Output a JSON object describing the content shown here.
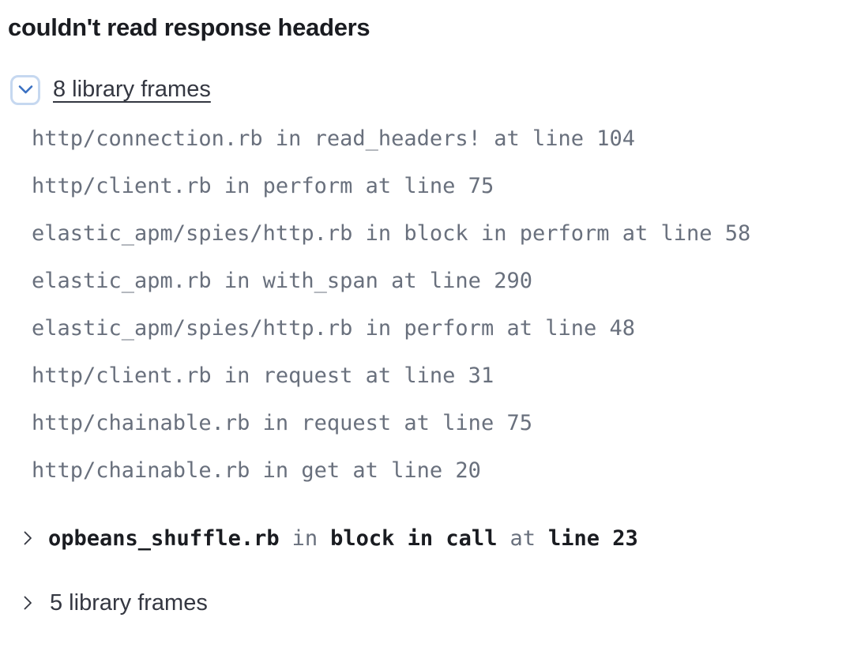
{
  "error": {
    "title": "couldn't read response headers"
  },
  "colors": {
    "background": "#ffffff",
    "title_text": "#1a1c21",
    "library_frame_text": "#69707d",
    "app_frame_text": "#1a1c21",
    "app_frame_keyword_text": "#69707d",
    "accordion_label_text": "#343741",
    "accordion_button_border": "#c6d8f0",
    "accordion_chevron_blue": "#3a70c2",
    "chevron_dark": "#343741"
  },
  "icons": {
    "expanded_toggle": "chevron-down-icon",
    "collapsed_toggle": "chevron-right-icon"
  },
  "top_accordion": {
    "label": "8 library frames",
    "expanded": true,
    "frames": [
      {
        "text": "http/connection.rb in read_headers! at line 104"
      },
      {
        "text": "http/client.rb in perform at line 75"
      },
      {
        "text": "elastic_apm/spies/http.rb in block in perform at line 58"
      },
      {
        "text": "elastic_apm.rb in with_span at line 290"
      },
      {
        "text": "elastic_apm/spies/http.rb in perform at line 48"
      },
      {
        "text": "http/client.rb in request at line 31"
      },
      {
        "text": "http/chainable.rb in request at line 75"
      },
      {
        "text": "http/chainable.rb in get at line 20"
      }
    ]
  },
  "app_frame": {
    "file": "opbeans_shuffle.rb",
    "in_label": "in",
    "function": "block in call",
    "at_label": "at",
    "line_label": "line 23",
    "expanded": false
  },
  "bottom_accordion": {
    "label": "5 library frames",
    "expanded": false
  }
}
